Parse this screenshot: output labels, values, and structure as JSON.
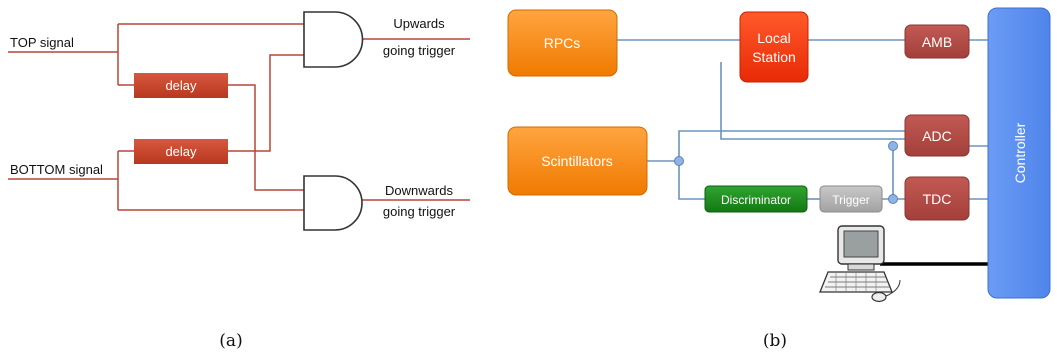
{
  "panel_a": {
    "caption": "(a)",
    "inputs": {
      "top": "TOP signal",
      "bottom": "BOTTOM signal"
    },
    "delays": [
      "delay",
      "delay"
    ],
    "outputs": {
      "upward": [
        "Upwards",
        "going trigger"
      ],
      "downward": [
        "Downwards",
        "going trigger"
      ]
    },
    "colors": {
      "wire": "#b5473a",
      "delay_fill": "#c8432e",
      "gate_stroke": "#333333"
    }
  },
  "panel_b": {
    "caption": "(b)",
    "blocks": {
      "rpcs": "RPCs",
      "scintillators": "Scintillators",
      "local_station": [
        "Local",
        "Station"
      ],
      "amb": "AMB",
      "adc": "ADC",
      "tdc": "TDC",
      "discriminator": "Discriminator",
      "trigger": "Trigger",
      "controller": "Controller"
    },
    "icons": {
      "computer": "computer-icon"
    },
    "colors": {
      "orange": "#f7860f",
      "red": "#f2320c",
      "brown": "#b04a45",
      "green": "#1e8a1e",
      "gray": "#b3b3b3",
      "blue": "#5b8ff0",
      "wire": "#6b93bd"
    }
  }
}
